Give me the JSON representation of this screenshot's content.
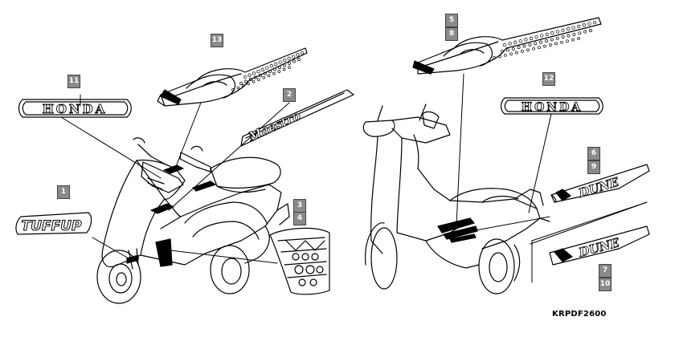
{
  "diagram": {
    "callouts": {
      "c1": "1",
      "c2": "2",
      "c3": "3",
      "c4": "4",
      "c5": "5",
      "c6": "6",
      "c7": "7",
      "c8": "8",
      "c9": "9",
      "c10": "10",
      "c11": "11",
      "c12": "12",
      "c13": "13"
    },
    "emblems": {
      "honda_left": "HONDA",
      "honda_right": "HONDA",
      "tuff_up": "TUFFUP",
      "stripe_left": "Maestro",
      "stripe_right_upper": "DUNE",
      "stripe_right_lower": "DUNE"
    },
    "reference_code": "KRPDF2600"
  }
}
